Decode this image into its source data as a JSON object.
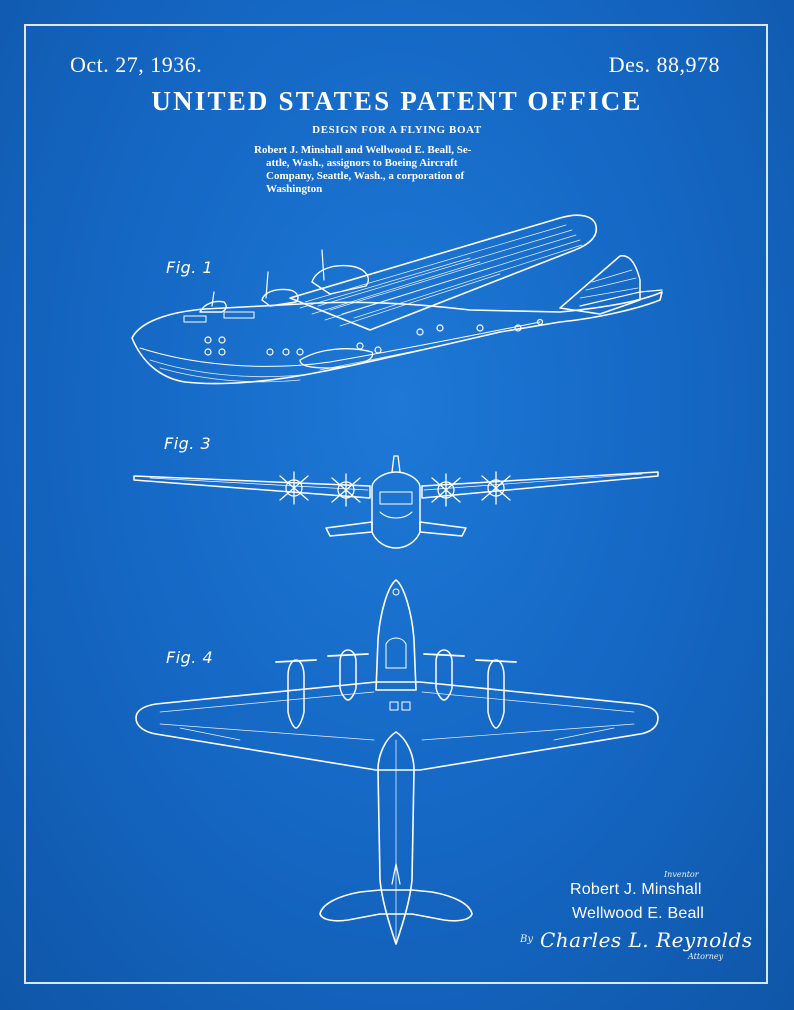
{
  "header": {
    "date": "Oct. 27, 1936.",
    "design_number": "Des. 88,978"
  },
  "title": "UNITED STATES PATENT OFFICE",
  "subtitle": "DESIGN FOR A FLYING BOAT",
  "inventors_text": [
    "Robert J. Minshall and Wellwood E. Beall, Se-",
    "attle, Wash., assignors to Boeing Aircraft",
    "Company, Seattle, Wash., a corporation of",
    "Washington"
  ],
  "figures": {
    "fig1": "Fig. 1",
    "fig3": "Fig. 3",
    "fig4": "Fig. 4"
  },
  "signature": {
    "inventor_caption": "Inventor",
    "inventor1": "Robert J. Minshall",
    "inventor2": "Wellwood E. Beall",
    "by": "By",
    "attorney_name": "Charles L. Reynolds",
    "attorney_caption": "Attorney"
  },
  "colors": {
    "background": "#1466c2",
    "line": "#ffffff"
  }
}
